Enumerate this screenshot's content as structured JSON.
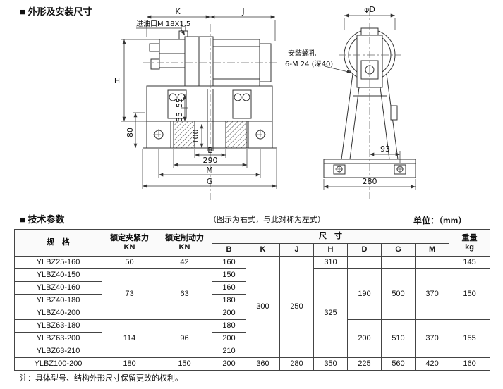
{
  "page": {
    "section1_title": "■ 外形及安装尺寸",
    "section2_title": "■ 技术参数",
    "symmetry_note": "（图示为右式，与此对称为左式）",
    "unit_label": "单位：（mm）",
    "footnote": "注：具体型号、结构外形尺寸保留更改的权利。"
  },
  "drawings": {
    "front": {
      "oil_port_label": "进油口M 18X1.5",
      "dims": {
        "K": "K",
        "J": "J",
        "H": "H",
        "d80": "80",
        "d55a": "55",
        "d55b": "55",
        "d100": "100",
        "B": "B",
        "d290": "290",
        "M": "M",
        "G": "G"
      }
    },
    "side": {
      "mount_label_1": "安装螺孔",
      "mount_label_2": "6-M 24 (深40)",
      "dims": {
        "phiD": "φD",
        "d93": "93",
        "d280": "280"
      }
    }
  },
  "table": {
    "headers": {
      "spec": "规　格",
      "clamp_force": "额定夹紧力",
      "clamp_unit": "KN",
      "brake_force": "额定制动力",
      "brake_unit": "KN",
      "dims": "尺　寸",
      "dim_cols": [
        "B",
        "K",
        "J",
        "H",
        "D",
        "G",
        "M"
      ],
      "weight": "重量",
      "weight_unit": "kg"
    },
    "rows": [
      {
        "spec": "YLBZ25-160",
        "clamp": "50",
        "brake": "42",
        "B": "160",
        "K": "300",
        "J": "250",
        "H": "310",
        "D": "",
        "G": "",
        "M": "",
        "weight": "145"
      },
      {
        "spec": "YLBZ40-150",
        "clamp": "73",
        "brake": "63",
        "B": "150",
        "H": "325",
        "D": "190",
        "G": "500",
        "M": "370",
        "weight": "150"
      },
      {
        "spec": "YLBZ40-160",
        "B": "160"
      },
      {
        "spec": "YLBZ40-180",
        "B": "180"
      },
      {
        "spec": "YLBZ40-200",
        "B": "200"
      },
      {
        "spec": "YLBZ63-180",
        "clamp": "114",
        "brake": "96",
        "B": "180",
        "D": "200",
        "G": "510",
        "M": "370",
        "weight": "155"
      },
      {
        "spec": "YLBZ63-200",
        "B": "200"
      },
      {
        "spec": "YLBZ63-210",
        "B": "210"
      },
      {
        "spec": "YLBZ100-200",
        "clamp": "180",
        "brake": "150",
        "B": "200",
        "K": "360",
        "J": "280",
        "H": "350",
        "D": "225",
        "G": "560",
        "M": "420",
        "weight": "160"
      }
    ]
  }
}
